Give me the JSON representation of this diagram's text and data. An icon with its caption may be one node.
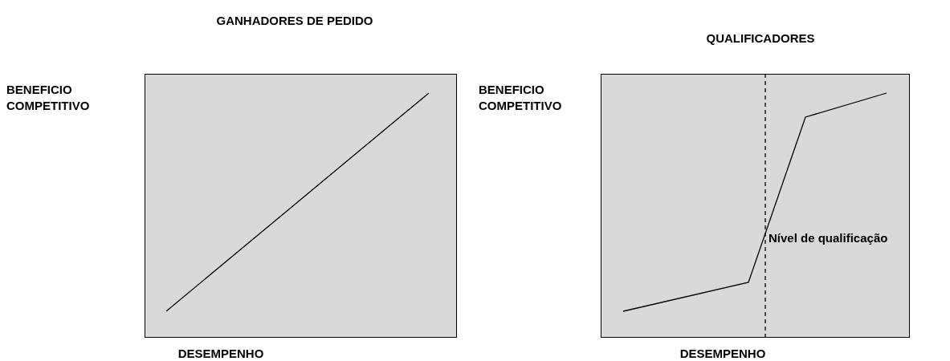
{
  "diagram": {
    "labels": [
      "GANHADORES DE PEDIDO",
      "QUALIFICADORES",
      "BENEFICIO COMPETITIVO",
      "BENEFICIO COMPETITIVO",
      "Nível de qualificação",
      "DESEMPENHO",
      "DESEMPENHO"
    ]
  }
}
